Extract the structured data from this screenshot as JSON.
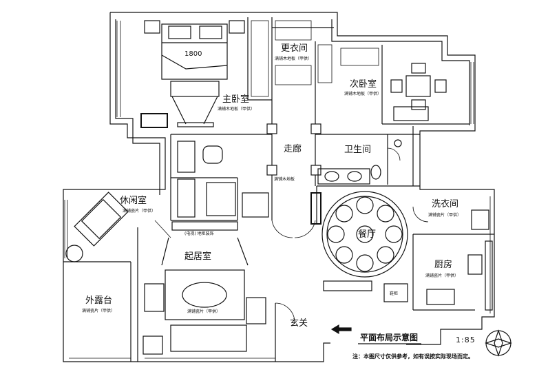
{
  "rooms": {
    "master_bedroom": "主卧室",
    "walkin_closet": "更衣间",
    "second_bedroom": "次卧室",
    "hallway": "走廊",
    "bathroom": "卫生间",
    "leisure_room": "休闲室",
    "laundry": "洗衣间",
    "dining": "餐厅",
    "living_room": "起居室",
    "kitchen": "厨房",
    "balcony": "外露台",
    "entrance": "玄关"
  },
  "floor_notes": {
    "master_bedroom": "满铺木地板（甲供）",
    "walkin_closet": "满铺木地板（甲供）",
    "second_bedroom": "满铺木地板（甲供）",
    "hallway": "满铺木地板",
    "leisure_room": "满铺瓷片（甲供）",
    "laundry": "满铺瓷片（甲供）",
    "living_room": "满铺瓷片（甲供）",
    "kitchen": "满铺瓷片（甲供）",
    "balcony": "满铺瓷片（甲供）"
  },
  "furniture": {
    "bed_size": "1800",
    "tv_cabinet": "(电视)  地柜装饰",
    "shoe_cabinet": "鞋柜"
  },
  "legend": {
    "title": "平面布局示意图",
    "scale": "1:85",
    "note": "注：本图尺寸仅供参考，如有误按实际现场而定。"
  }
}
